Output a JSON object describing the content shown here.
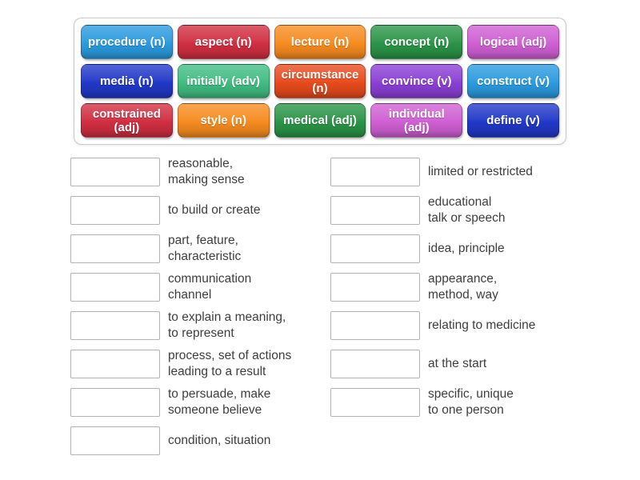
{
  "word_bank": {
    "tiles": [
      {
        "label": "procedure (n)",
        "color": "#2b9ade"
      },
      {
        "label": "aspect (n)",
        "color": "#d02e41"
      },
      {
        "label": "lecture (n)",
        "color": "#f68b1f"
      },
      {
        "label": "concept (n)",
        "color": "#2a9447"
      },
      {
        "label": "logical (adj)",
        "color": "#cf5fd3"
      },
      {
        "label": "media (n)",
        "color": "#2138c8"
      },
      {
        "label": "initially (adv)",
        "color": "#41bc82"
      },
      {
        "label": "circumstance\n(n)",
        "color": "#e74a1d"
      },
      {
        "label": "convince (v)",
        "color": "#8a3fd4"
      },
      {
        "label": "construct (v)",
        "color": "#2b9ade"
      },
      {
        "label": "constrained\n(adj)",
        "color": "#d02e41"
      },
      {
        "label": "style (n)",
        "color": "#f68b1f"
      },
      {
        "label": "medical (adj)",
        "color": "#2a9447"
      },
      {
        "label": "individual\n(adj)",
        "color": "#cf5fd3"
      },
      {
        "label": "define (v)",
        "color": "#2138c8"
      }
    ]
  },
  "definitions": {
    "left": [
      {
        "text": "reasonable,\nmaking sense"
      },
      {
        "text": "to build or create"
      },
      {
        "text": "part, feature,\ncharacteristic"
      },
      {
        "text": "communication\nchannel"
      },
      {
        "text": "to explain a meaning,\nto represent"
      },
      {
        "text": "process, set of actions\nleading to a result"
      },
      {
        "text": "to persuade, make\nsomeone believe"
      },
      {
        "text": "condition, situation"
      }
    ],
    "right": [
      {
        "text": "limited or restricted"
      },
      {
        "text": "educational\ntalk or speech"
      },
      {
        "text": "idea, principle"
      },
      {
        "text": "appearance,\nmethod, way"
      },
      {
        "text": "relating to medicine"
      },
      {
        "text": "at the start"
      },
      {
        "text": "specific, unique\nto one person"
      }
    ]
  }
}
